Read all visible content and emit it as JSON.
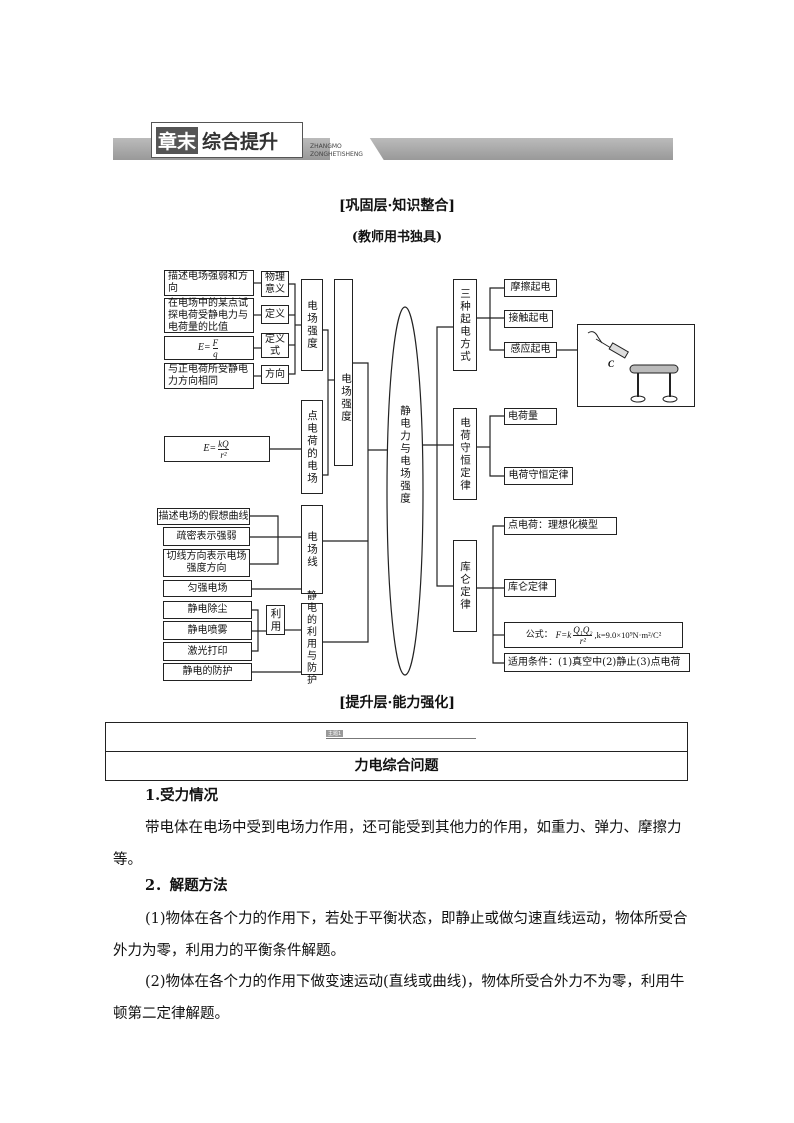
{
  "header": {
    "title_dark": "章末",
    "title_light": "综合提升",
    "pinyin1": "ZHANGMO",
    "pinyin2": "ZONGHETISHENG"
  },
  "section1": {
    "title": "[巩固层·知识整合]",
    "subtitle": "(教师用书独具)"
  },
  "diagram": {
    "center": "静电力与电场强度",
    "field_strength": "电场强度",
    "field_strength_inner": "电场强度",
    "left_desc": [
      "描述电场强弱和方向",
      "在电场中的某点试探电荷受静电力与电荷量的比值",
      "",
      "与正电荷所受静电力方向相同"
    ],
    "left_labels": [
      "物理意义",
      "定义",
      "定义式",
      "方向"
    ],
    "formula_e_lhs": "E=",
    "formula_e_num": "F",
    "formula_e_den": "q",
    "point_charge_field": "点电荷的电场",
    "formula_kq_lhs": "E=",
    "formula_kq_num": "kQ",
    "formula_kq_den": "r²",
    "field_lines": "电场线",
    "field_line_items": [
      "描述电场的假想曲线",
      "疏密表示强弱",
      "切线方向表示电场强度方向",
      "匀强电场"
    ],
    "use_label": "利用",
    "use_items": [
      "静电除尘",
      "静电喷雾",
      "激光打印"
    ],
    "protection": "静电的防护",
    "use_and_protect": "静电的利用与防护",
    "charging": "三种起电方式",
    "charging_items": [
      "摩擦起电",
      "接触起电",
      "感应起电"
    ],
    "figure_label": "C",
    "conservation": "电荷守恒定律",
    "conservation_items": [
      "电荷量",
      "电荷守恒定律"
    ],
    "coulomb": "库仑定律",
    "coulomb_items": [
      "点电荷：理想化模型",
      "库仑定律"
    ],
    "coulomb_formula_prefix": "公式：",
    "coulomb_formula_lhs": "F=k",
    "coulomb_formula_num": "Q₁Q₂",
    "coulomb_formula_den": "r²",
    "coulomb_formula_k": ",k=9.0×10⁹N·m²/C²",
    "conditions": "适用条件：(1)真空中(2)静止(3)点电荷"
  },
  "section2": {
    "title": "[提升层·能力强化]",
    "topic_tag": "主题1",
    "topic_title": "力电综合问题"
  },
  "body": {
    "h1": "1.受力情况",
    "p1": "带电体在电场中受到电场力作用，还可能受到其他力的作用，如重力、弹力、摩擦力等。",
    "h2": "2．解题方法",
    "p2": "(1)物体在各个力的作用下，若处于平衡状态，即静止或做匀速直线运动，物体所受合外力为零，利用力的平衡条件解题。",
    "p3": "(2)物体在各个力的作用下做变速运动(直线或曲线)，物体所受合外力不为零，利用牛顿第二定律解题。"
  }
}
